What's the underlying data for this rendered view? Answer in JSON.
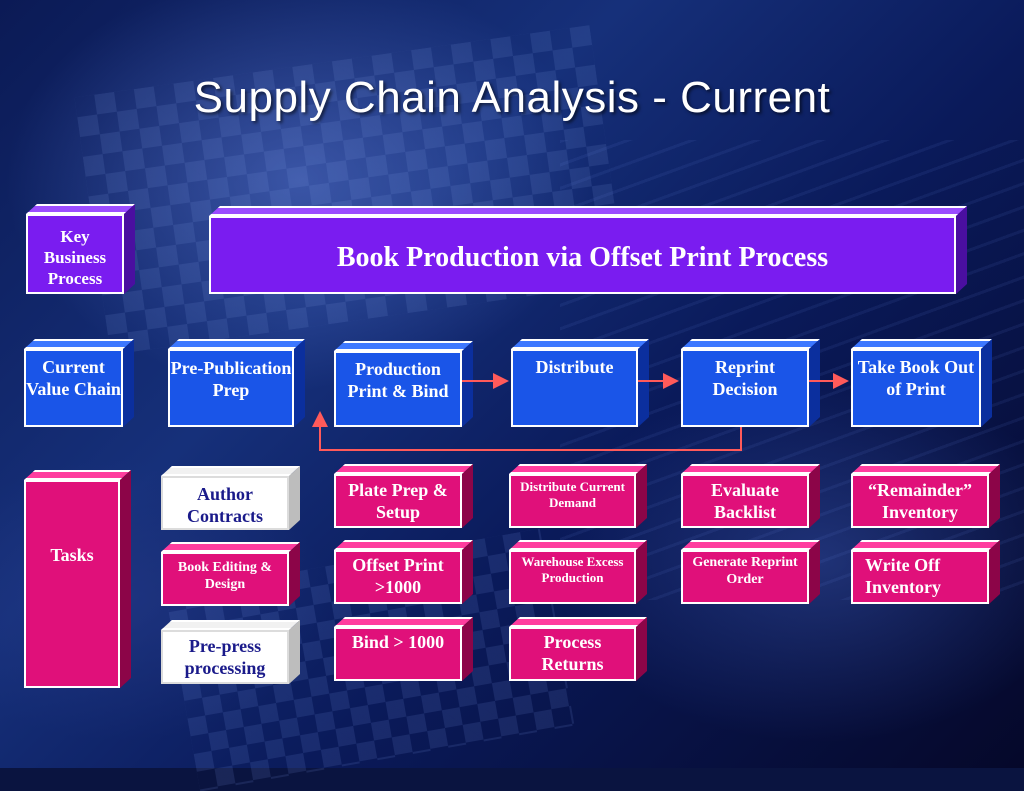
{
  "slide": {
    "title": "Supply Chain Analysis - Current"
  },
  "header_row": {
    "key_process_label": "Key Business Process",
    "banner": "Book Production via Offset Print Process"
  },
  "value_chain": {
    "row_label": "Current Value Chain",
    "steps": [
      "Pre-Publication Prep",
      "Production Print & Bind",
      "Distribute",
      "Reprint Decision",
      "Take Book Out of Print"
    ]
  },
  "tasks": {
    "row_label": "Tasks",
    "columns": [
      [
        "Author Contracts",
        "Book Editing & Design",
        "Pre-press processing"
      ],
      [
        "Plate Prep & Setup",
        "Offset Print >1000",
        "Bind > 1000"
      ],
      [
        "Distribute Current Demand",
        "Warehouse Excess Production",
        "Process Returns"
      ],
      [
        "Evaluate Backlist",
        "Generate Reprint Order"
      ],
      [
        "“Remainder” Inventory",
        "Write Off Inventory"
      ]
    ]
  },
  "colors": {
    "chain_box": "#1a55e8",
    "banner": "#7a1cf0",
    "task_box": "#e0107a",
    "arrow": "#ff5a5a"
  }
}
